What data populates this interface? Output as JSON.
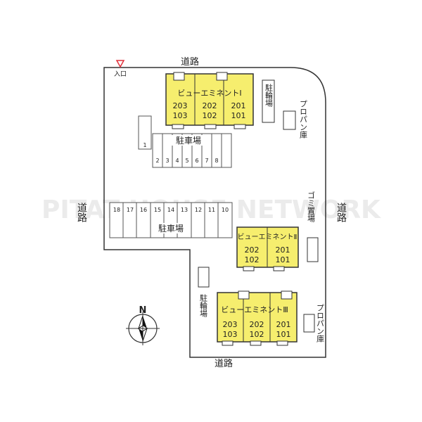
{
  "roads": {
    "top": "道路",
    "left": "道路",
    "right": "道路",
    "bottom": "道路"
  },
  "entrance": "入口",
  "buildings": [
    {
      "name": "ビューエミネントⅠ",
      "units": [
        [
          "203",
          "103"
        ],
        [
          "202",
          "102"
        ],
        [
          "201",
          "101"
        ]
      ]
    },
    {
      "name": "ビューエミネントⅡ",
      "units": [
        [
          "202",
          "102"
        ],
        [
          "201",
          "101"
        ]
      ]
    },
    {
      "name": "ビューエミネントⅢ",
      "units": [
        [
          "203",
          "103"
        ],
        [
          "202",
          "102"
        ],
        [
          "201",
          "101"
        ]
      ]
    }
  ],
  "parking": {
    "label": "駐車場",
    "upper_spaces": [
      "1",
      "2",
      "3",
      "4",
      "5",
      "6",
      "7",
      "8"
    ],
    "lower_spaces": [
      "18",
      "17",
      "16",
      "15",
      "14",
      "13",
      "12",
      "11",
      "10"
    ]
  },
  "bicycle_parking": "駐輪場",
  "propane_storage": "プロパン庫",
  "garbage_area": "ゴミ置場",
  "compass": "N",
  "watermark": "PITAT HOUSE NETWORK",
  "colors": {
    "building_fill": "#f6ee6e",
    "outline": "#333333",
    "entrance_marker": "#e0303a"
  }
}
